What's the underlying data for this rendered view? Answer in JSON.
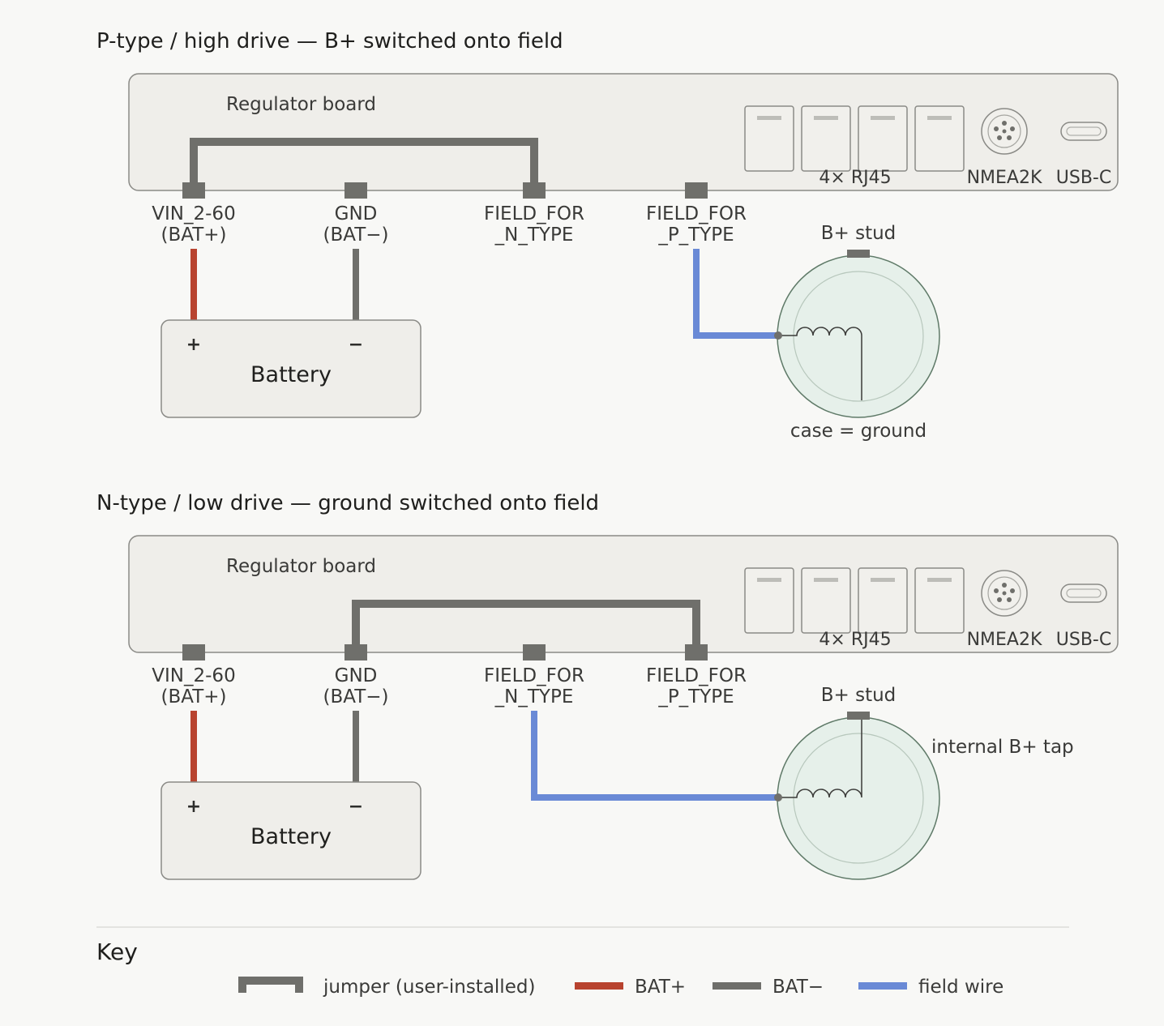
{
  "diagram_top": {
    "title": "P-type / high drive — B+ switched onto field",
    "board_label": "Regulator board",
    "pins": [
      {
        "line1": "VIN_2-60",
        "line2": "(BAT+)"
      },
      {
        "line1": "GND",
        "line2": "(BAT−)"
      },
      {
        "line1": "FIELD_FOR",
        "line2": "_N_TYPE"
      },
      {
        "line1": "FIELD_FOR",
        "line2": "_P_TYPE"
      }
    ],
    "ports": {
      "rj45": "4× RJ45",
      "nmea": "NMEA2K",
      "usb": "USB-C"
    },
    "battery": {
      "label": "Battery",
      "plus": "+",
      "minus": "−"
    },
    "alternator": {
      "stud_label": "B+ stud",
      "note": "case = ground"
    }
  },
  "diagram_bottom": {
    "title": "N-type / low drive — ground switched onto field",
    "board_label": "Regulator board",
    "pins": [
      {
        "line1": "VIN_2-60",
        "line2": "(BAT+)"
      },
      {
        "line1": "GND",
        "line2": "(BAT−)"
      },
      {
        "line1": "FIELD_FOR",
        "line2": "_N_TYPE"
      },
      {
        "line1": "FIELD_FOR",
        "line2": "_P_TYPE"
      }
    ],
    "ports": {
      "rj45": "4× RJ45",
      "nmea": "NMEA2K",
      "usb": "USB-C"
    },
    "battery": {
      "label": "Battery",
      "plus": "+",
      "minus": "−"
    },
    "alternator": {
      "stud_label": "B+ stud",
      "note": "internal B+ tap"
    }
  },
  "key": {
    "title": "Key",
    "items": [
      {
        "label": "jumper (user-installed)",
        "color": "#6f6f6b"
      },
      {
        "label": "BAT+",
        "color": "#b8432f"
      },
      {
        "label": "BAT−",
        "color": "#6f6f6b"
      },
      {
        "label": "field wire",
        "color": "#6a8ad6"
      }
    ]
  },
  "colors": {
    "bat_plus": "#b8432f",
    "bat_minus": "#6f6f6b",
    "field": "#6a8ad6",
    "jumper": "#6f6f6b",
    "board_fill": "#efeeea",
    "alternator_fill": "#e6f0ea"
  }
}
